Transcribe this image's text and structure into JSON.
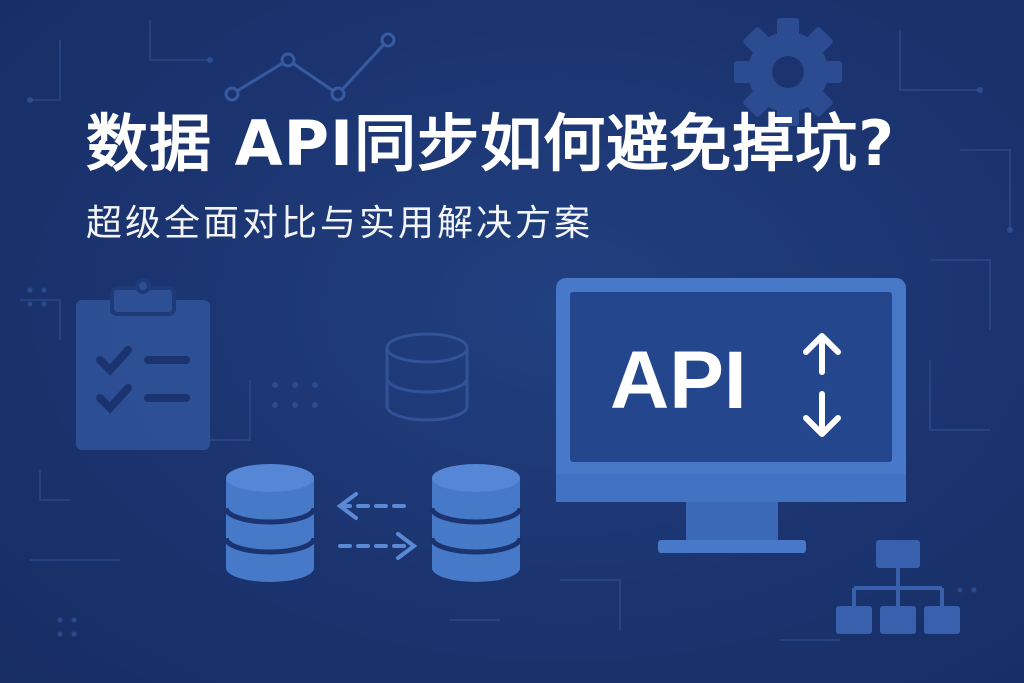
{
  "title": "数据 API同步如何避免掉坑?",
  "subtitle": "超级全面对比与实用解决方案",
  "monitor_label": "API",
  "icons": [
    "line-chart-icon",
    "gear-icon",
    "clipboard-checklist-icon",
    "database-icon",
    "sync-arrows-icon",
    "monitor-icon",
    "up-down-arrows-icon",
    "hierarchy-icon"
  ],
  "colors": {
    "background": "#1b3470",
    "accent": "#3f6fc4",
    "screen": "#244a8e",
    "text": "#ffffff"
  }
}
